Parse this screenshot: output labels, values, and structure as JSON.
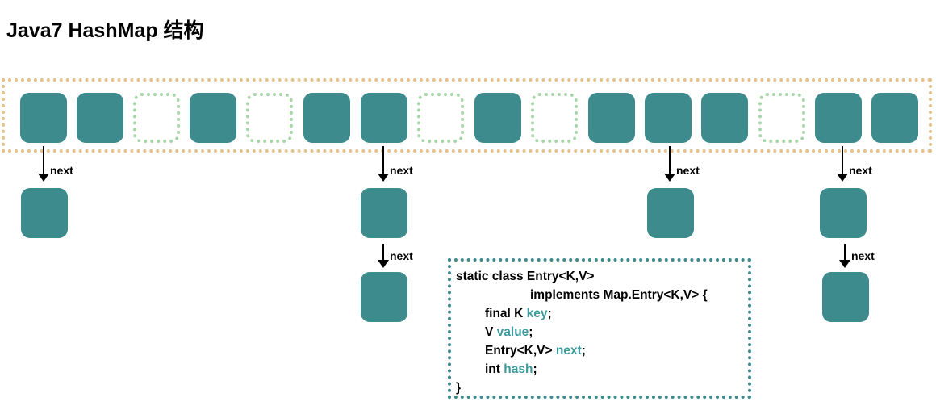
{
  "title": "Java7 HashMap 结构",
  "colors": {
    "bucket_fill": "#3e8b8e",
    "bucket_empty_border": "#a8d6a9",
    "array_border": "#e6c08a",
    "code_border": "#3e8b8e",
    "highlight_text": "#3e9a9c"
  },
  "array": {
    "buckets": [
      "filled",
      "filled",
      "empty",
      "filled",
      "empty",
      "filled",
      "filled",
      "empty",
      "filled",
      "empty",
      "filled",
      "filled",
      "filled",
      "empty",
      "filled",
      "filled"
    ]
  },
  "arrow_label": "next",
  "code": {
    "line1": "static class Entry<K,V>",
    "line2": "implements Map.Entry<K,V> {",
    "line3_prefix": "final K ",
    "line3_field": "key",
    "line3_suffix": ";",
    "line4_prefix": "V ",
    "line4_field": "value",
    "line4_suffix": ";",
    "line5_prefix": "Entry<K,V> ",
    "line5_field": "next",
    "line5_suffix": ";",
    "line6_prefix": "int ",
    "line6_field": "hash",
    "line6_suffix": ";",
    "line7": "}"
  }
}
